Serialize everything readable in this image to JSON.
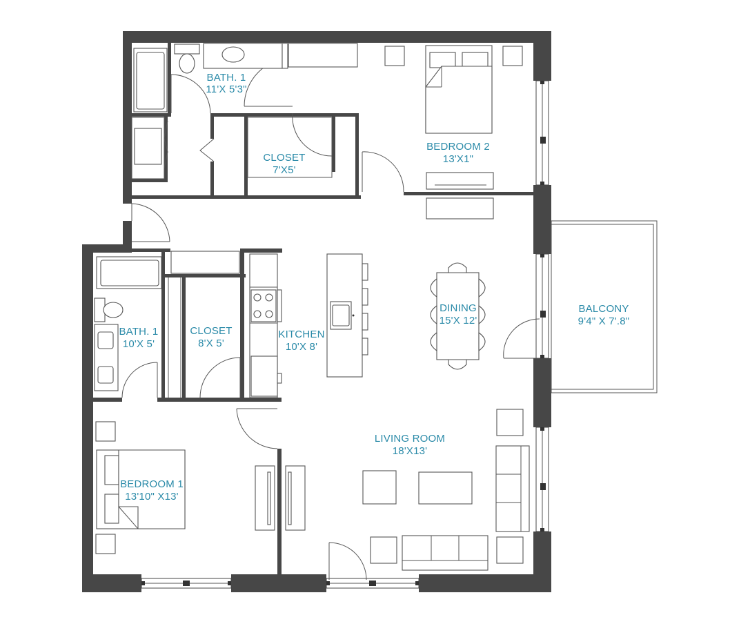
{
  "rooms": {
    "bath_top": {
      "name": "BATH. 1",
      "size": "11'X 5'3\""
    },
    "closet_top": {
      "name": "CLOSET",
      "size": "7'X5'"
    },
    "bedroom2": {
      "name": "BEDROOM 2",
      "size": "13'X1\""
    },
    "bath_left": {
      "name": "BATH. 1",
      "size": "10'X 5'"
    },
    "closet_mid": {
      "name": "CLOSET",
      "size": "8'X 5'"
    },
    "kitchen": {
      "name": "KITCHEN",
      "size": "10'X 8'"
    },
    "dining": {
      "name": "DINING",
      "size": "15'X 12'"
    },
    "balcony": {
      "name": "BALCONY",
      "size": "9'4\" X 7'.8\""
    },
    "living": {
      "name": "LIVING ROOM",
      "size": "18'X13'"
    },
    "bedroom1": {
      "name": "BEDROOM 1",
      "size": "13'10\" X13'"
    }
  },
  "colors": {
    "wall": "#474747",
    "label": "#2a8aa8",
    "line": "#555555"
  }
}
